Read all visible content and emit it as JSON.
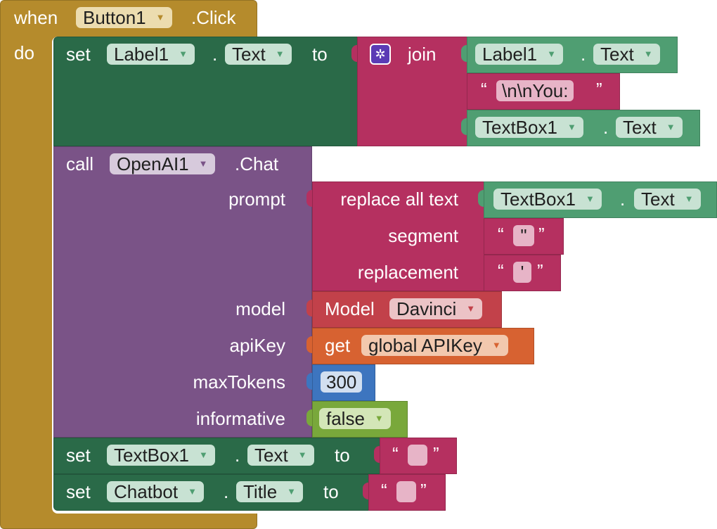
{
  "event": {
    "when": "when",
    "component": "Button1",
    "event_name": ".Click",
    "do": "do"
  },
  "set_label": {
    "keyword": "set",
    "component": "Label1",
    "dot": ".",
    "property": "Text",
    "to": "to"
  },
  "join": {
    "label": "join",
    "icon": "gear-icon"
  },
  "join_label_getter": {
    "component": "Label1",
    "dot": ".",
    "property": "Text"
  },
  "join_string": {
    "open_quote": "“",
    "value": "\\n\\nYou:",
    "close_quote": "”"
  },
  "join_textbox_getter": {
    "component": "TextBox1",
    "dot": ".",
    "property": "Text"
  },
  "call_chat": {
    "keyword": "call",
    "component": "OpenAI1",
    "method": ".Chat"
  },
  "params": {
    "prompt": "prompt",
    "model": "model",
    "apiKey": "apiKey",
    "maxTokens": "maxTokens",
    "informative": "informative"
  },
  "replace": {
    "label": "replace all text",
    "segment": "segment",
    "replacement": "replacement"
  },
  "replace_textbox_getter": {
    "component": "TextBox1",
    "dot": ".",
    "property": "Text"
  },
  "segment_string": {
    "open_quote": "“",
    "value": "\"",
    "close_quote": "”"
  },
  "replacement_string": {
    "open_quote": "“",
    "value": "'",
    "close_quote": "”"
  },
  "model_block": {
    "label": "Model",
    "value": "Davinci"
  },
  "apikey_block": {
    "label": "get",
    "value": "global APIKey"
  },
  "max_tokens_value": "300",
  "informative_value": "false",
  "set_textbox": {
    "keyword": "set",
    "component": "TextBox1",
    "dot": ".",
    "property": "Text",
    "to": "to",
    "open_quote": "“",
    "close_quote": "”"
  },
  "set_chatbot": {
    "keyword": "set",
    "component": "Chatbot",
    "dot": ".",
    "property": "Title",
    "to": "to",
    "open_quote": "“",
    "close_quote": "”"
  },
  "dropdown_arrow": "▼"
}
